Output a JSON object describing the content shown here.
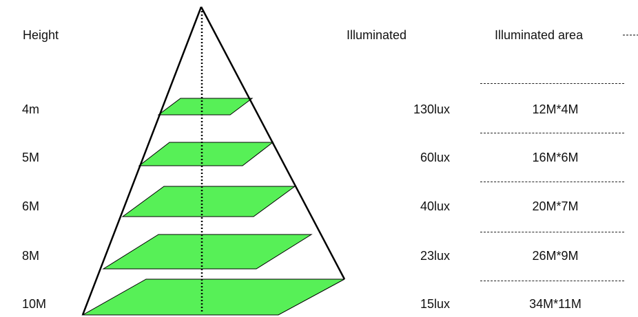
{
  "headers": {
    "height": "Height",
    "illuminance": "Illuminated",
    "area": "Illuminated area"
  },
  "rows": [
    {
      "height": "4m",
      "lux": "130lux",
      "area": "12M*4M"
    },
    {
      "height": "5M",
      "lux": "60lux",
      "area": "16M*6M"
    },
    {
      "height": "6M",
      "lux": "40lux",
      "area": "20M*7M"
    },
    {
      "height": "8M",
      "lux": "23lux",
      "area": "26M*9M"
    },
    {
      "height": "10M",
      "lux": "15lux",
      "area": "34M*11M"
    }
  ],
  "colors": {
    "plane_fill": "#57f057",
    "outline": "#000000"
  }
}
